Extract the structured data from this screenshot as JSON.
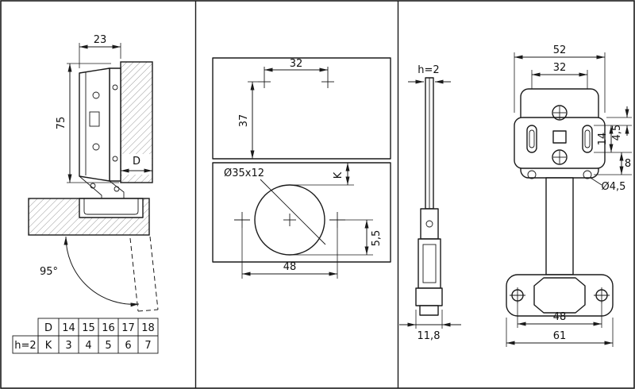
{
  "colors": {
    "ink": "#1a1a1a",
    "background": "#ffffff"
  },
  "drawing": {
    "left": {
      "dim_arm_depth": "23",
      "dim_plate_height": "75",
      "dim_overlay": "D",
      "opening_angle": "95°",
      "table": {
        "h_label": "h=2",
        "rows": [
          [
            "D",
            "14",
            "15",
            "16",
            "17",
            "18"
          ],
          [
            "K",
            "3",
            "4",
            "5",
            "6",
            "7"
          ]
        ]
      }
    },
    "middle": {
      "dim_hole_spacing": "32",
      "dim_plate_offset": "37",
      "cup_bore_label": "Ø35x12",
      "dim_k": "K",
      "dim_cup_edge": "5,5",
      "dim_cup_screws": "48"
    },
    "right": {
      "side": {
        "dim_plate_thickness": "h=2",
        "dim_depth": "11,8"
      },
      "front": {
        "dim_overall_width": "52",
        "dim_hole_spacing": "32",
        "dim_slot_offset": "4,5",
        "dim_slot_width": "8",
        "dim_slot_length": "14",
        "dim_hole_dia": "Ø4,5",
        "dim_cup_screw_spacing": "48",
        "dim_flange_width": "61"
      }
    }
  }
}
